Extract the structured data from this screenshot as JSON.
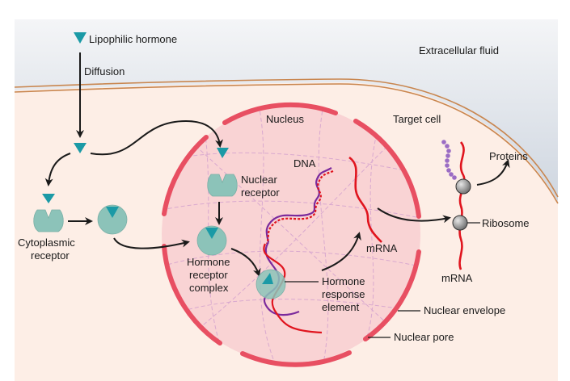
{
  "title": "Lipophilic hormone action on a target cell",
  "colors": {
    "extracellular_top": "#f4f5f7",
    "extracellular_bottom": "#a9b7c9",
    "cytoplasm": "#fdeee6",
    "membrane": "#c9864f",
    "nucleoplasm": "#f9d3d4",
    "nuclear_envelope": "#e84f62",
    "chromatin": "#d9a9cf",
    "hormone": "#1b9aa6",
    "receptor": "#8cc3b9",
    "mrna": "#e0141e",
    "dna_strand2": "#7b2a9c",
    "protein_chain": "#9b6cc4",
    "ribosome": "#8e8e8e",
    "arrow": "#1a1a1a"
  },
  "labels": {
    "hormone": "Lipophilic hormone",
    "diffusion": "Diffusion",
    "extracellular": "Extracellular fluid",
    "target_cell": "Target cell",
    "nucleus": "Nucleus",
    "cytoplasmic_receptor_1": "Cytoplasmic",
    "cytoplasmic_receptor_2": "receptor",
    "nuclear_receptor_1": "Nuclear",
    "nuclear_receptor_2": "receptor",
    "complex_1": "Hormone",
    "complex_2": "receptor",
    "complex_3": "complex",
    "dna": "DNA",
    "mrna_nucleus": "mRNA",
    "hre_1": "Hormone",
    "hre_2": "response",
    "hre_3": "element",
    "nuclear_envelope": "Nuclear envelope",
    "nuclear_pore": "Nuclear pore",
    "proteins": "Proteins",
    "ribosome": "Ribosome",
    "mrna_cytoplasm": "mRNA"
  }
}
